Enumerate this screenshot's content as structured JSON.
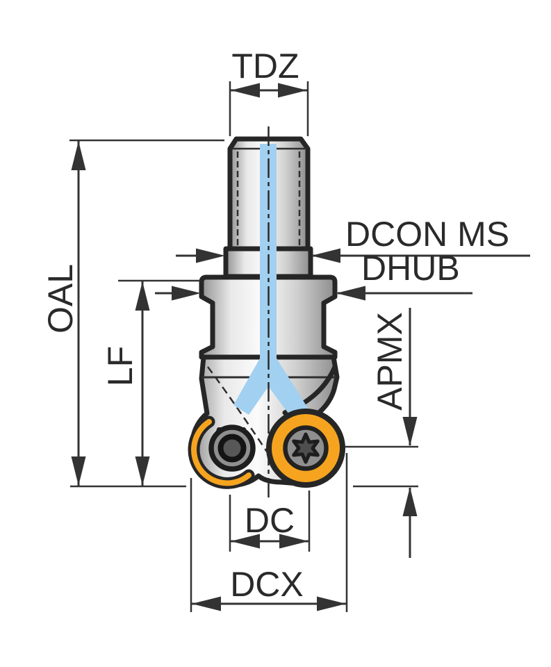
{
  "diagram": {
    "type": "technical-drawing",
    "subject": "round-insert ball nose milling cutter, side view with dimension callouts",
    "labels": {
      "tdz": "TDZ",
      "oal": "OAL",
      "lf": "LF",
      "dcon_ms": "DCON MS",
      "dhub": "DHUB",
      "apmx": "APMX",
      "dc": "DC",
      "dcx": "DCX"
    },
    "colors": {
      "insert_orange": "#F6A41F",
      "coolant_blue": "#A2D0F0",
      "outline_dark": "#262626",
      "dimension_line": "#333333",
      "body_gray_light": "#fbfbfb",
      "body_gray_dark": "#8d8d8d",
      "background": "#ffffff"
    }
  }
}
